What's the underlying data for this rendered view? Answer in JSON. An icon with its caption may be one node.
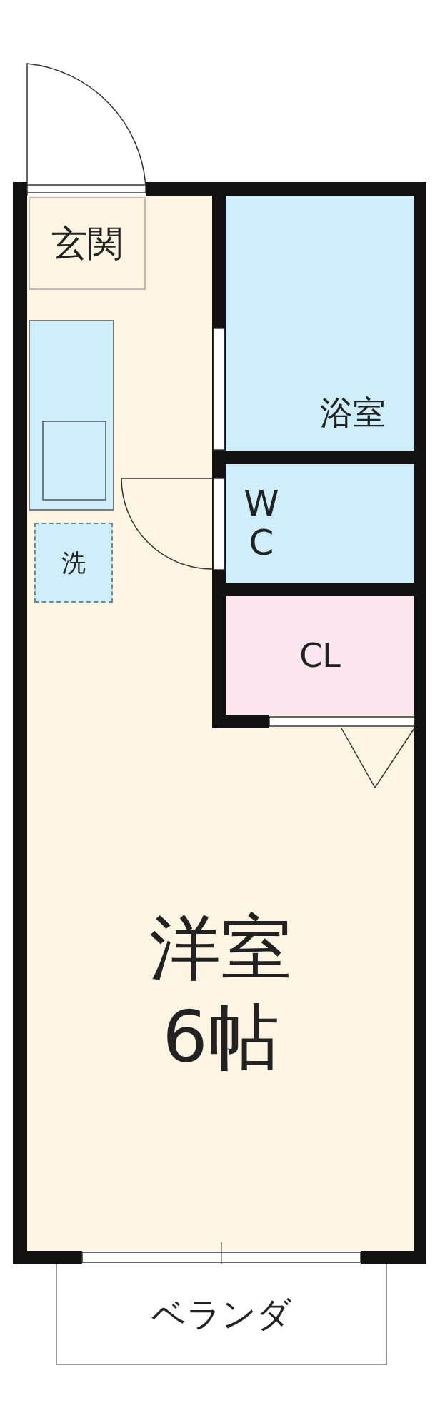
{
  "diagram": {
    "nodes": [
      {
        "text": [
          "玄関"
        ]
      },
      {
        "text": [
          "浴室"
        ]
      },
      {
        "text": [
          "W C"
        ]
      },
      {
        "text": [
          "CL"
        ]
      },
      {
        "text": [
          "洗"
        ]
      },
      {
        "text": [
          "洋室",
          "6帖"
        ]
      },
      {
        "text": [
          "ベランダ"
        ]
      }
    ]
  }
}
